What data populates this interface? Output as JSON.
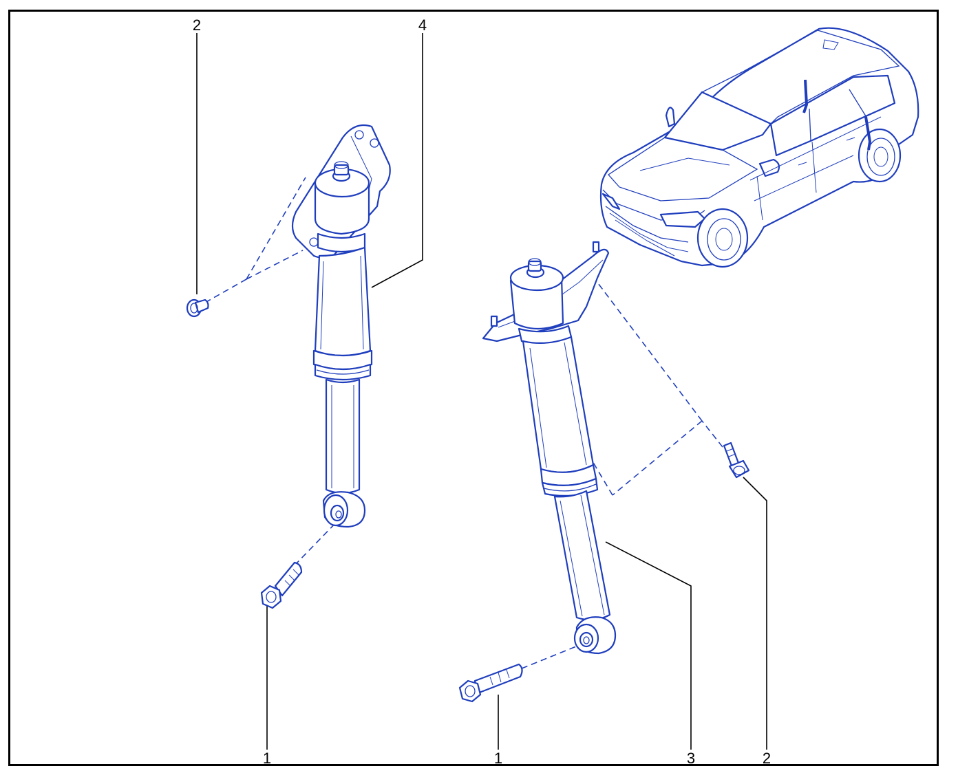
{
  "callouts": {
    "top_left_bolt": "2",
    "left_shock": "4",
    "bottom_left_bolt": "1",
    "bottom_middle_bolt": "1",
    "right_shock": "3",
    "right_bolt": "2"
  },
  "colors": {
    "line_art": "#1f3ebd",
    "leader": "#000000",
    "frame": "#000000",
    "background": "#ffffff"
  }
}
